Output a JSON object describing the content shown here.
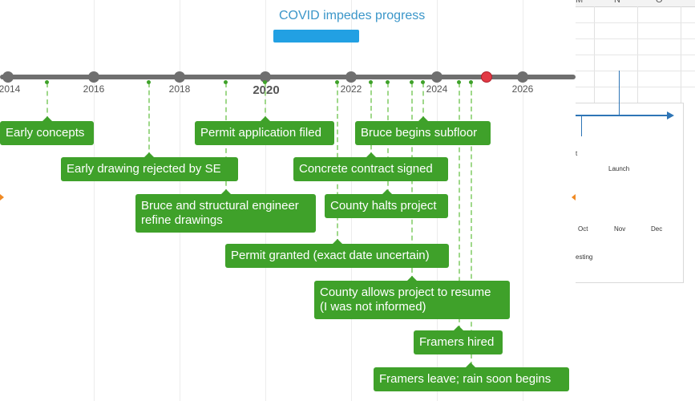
{
  "timeline": {
    "axis_years": [
      {
        "label": "2014",
        "major": false
      },
      {
        "label": "2016",
        "major": false
      },
      {
        "label": "2018",
        "major": false
      },
      {
        "label": "2020",
        "major": true
      },
      {
        "label": "2022",
        "major": false
      },
      {
        "label": "2024",
        "major": false
      },
      {
        "label": "2026",
        "major": false
      }
    ],
    "period": {
      "label": "COVID impedes progress",
      "color": "#22a0e3"
    },
    "events": [
      {
        "label": "Early concepts"
      },
      {
        "label": "Early drawing rejected by SE"
      },
      {
        "label": "Bruce and structural engineer\nrefine drawings"
      },
      {
        "label": "Permit application filed"
      },
      {
        "label": "Permit granted (exact date uncertain)"
      },
      {
        "label": "Concrete contract signed"
      },
      {
        "label": "County halts project"
      },
      {
        "label": "Bruce begins subfloor"
      },
      {
        "label": "County allows project to resume\n(I was not informed)"
      },
      {
        "label": "Framers hired"
      },
      {
        "label": "Framers leave; rain soon begins"
      }
    ],
    "colors": {
      "event": "#3fa12a",
      "today_marker": "#e23a45",
      "axis": "#6f6f6f"
    }
  },
  "background_sheet": {
    "column_headers": [
      "M",
      "N",
      "O"
    ],
    "mini_chart": {
      "months": [
        "Oct",
        "Nov",
        "Dec"
      ],
      "labels": [
        "Launch",
        "esting",
        "t"
      ]
    }
  }
}
